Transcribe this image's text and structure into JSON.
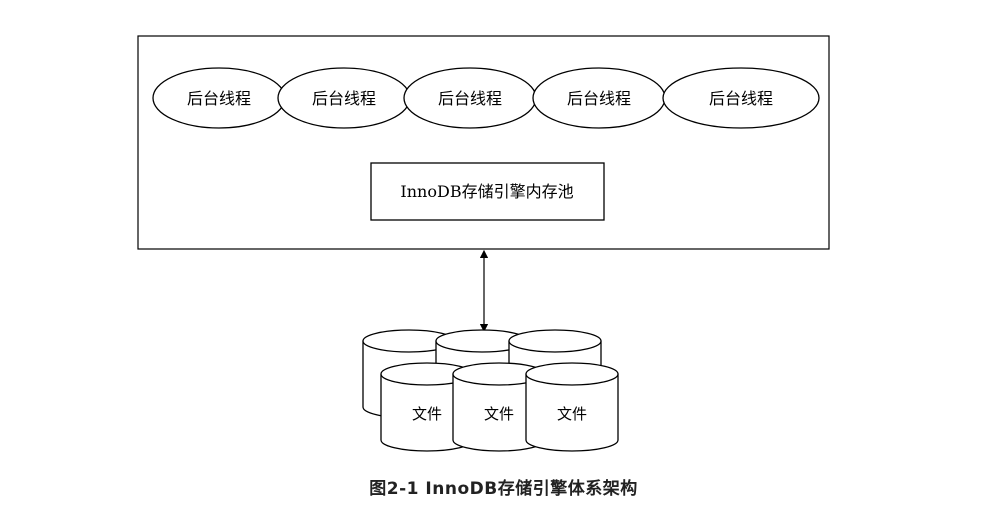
{
  "diagram": {
    "threads": [
      "后台线程",
      "后台线程",
      "后台线程",
      "后台线程",
      "后台线程"
    ],
    "buffer_pool_label": "InnoDB存储引擎内存池",
    "files_back": [
      "",
      "",
      ""
    ],
    "files_front": [
      "文件",
      "文件",
      "文件"
    ]
  },
  "caption": "图2-1 InnoDB存储引擎体系架构"
}
